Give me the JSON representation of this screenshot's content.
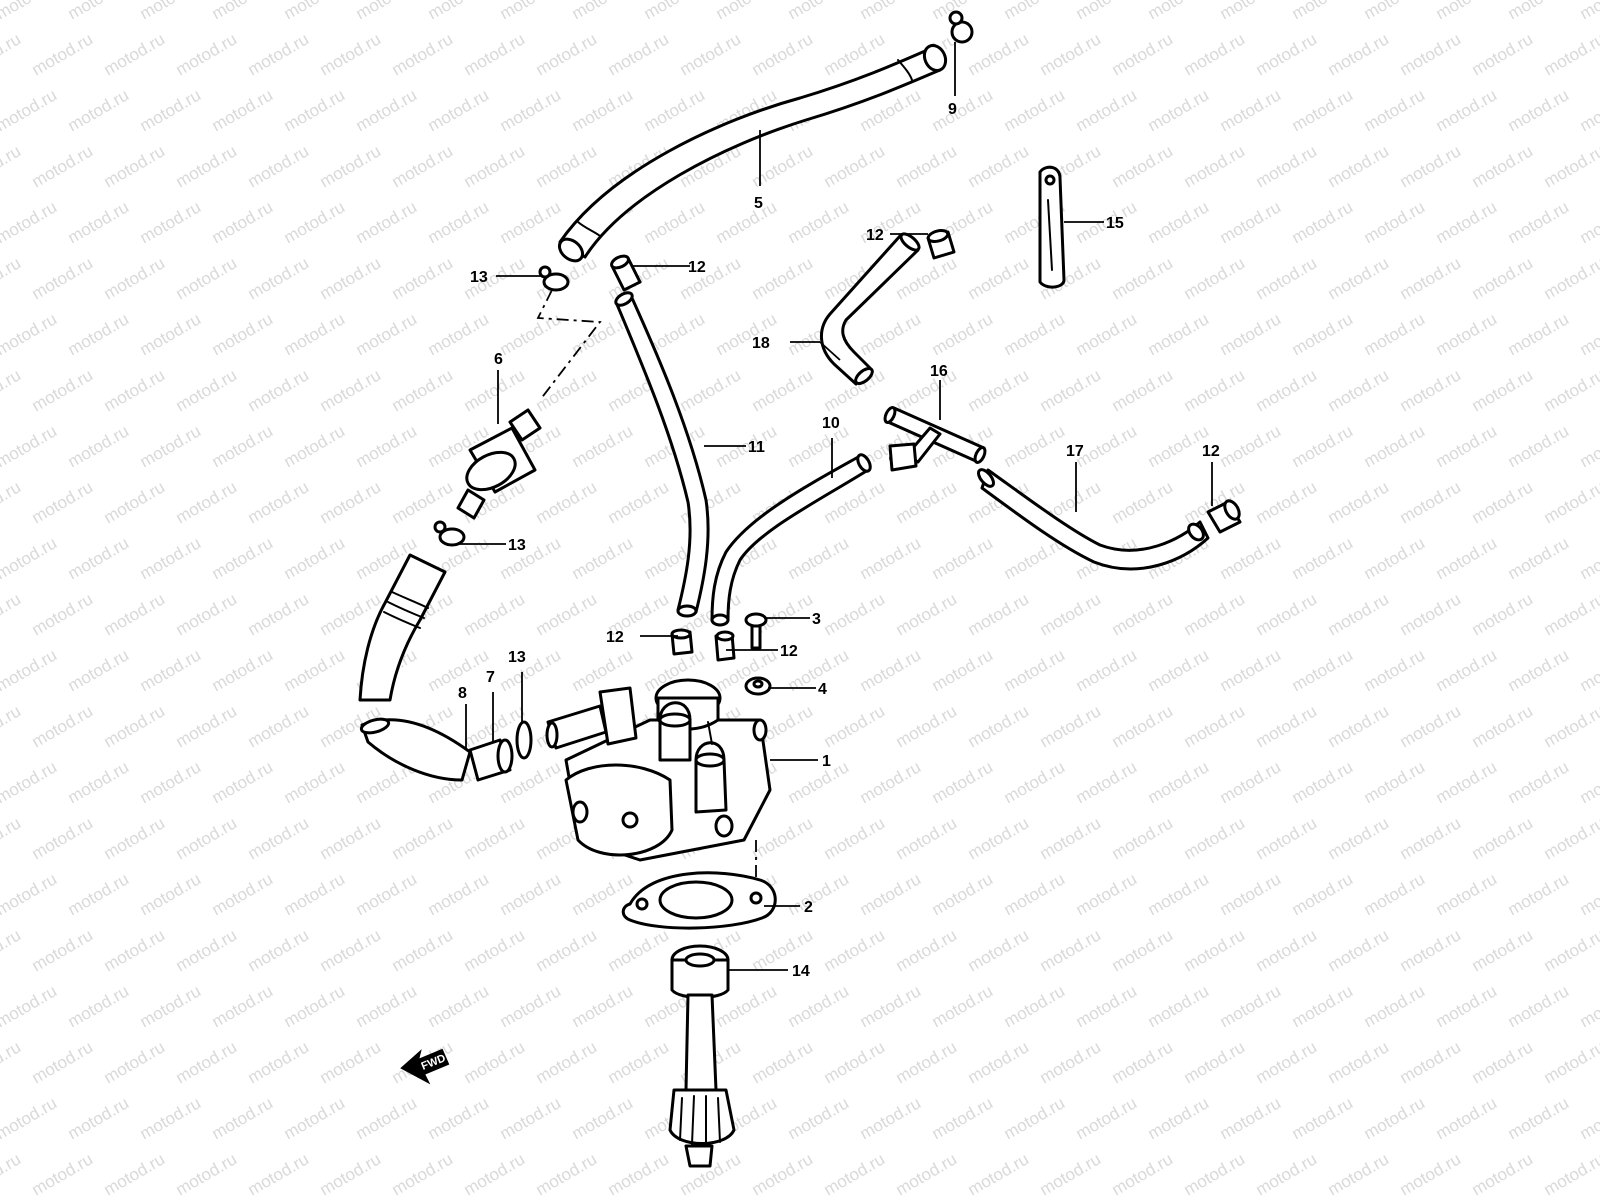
{
  "watermark": "motod.ru",
  "fwd_label": "FWD",
  "callouts": {
    "c1": "1",
    "c2": "2",
    "c3": "3",
    "c4": "4",
    "c5": "5",
    "c6": "6",
    "c7": "7",
    "c8": "8",
    "c9": "9",
    "c10": "10",
    "c11": "11",
    "c12a": "12",
    "c12b": "12",
    "c12c": "12",
    "c12d": "12",
    "c12e": "12",
    "c13a": "13",
    "c13b": "13",
    "c13c": "13",
    "c14": "14",
    "c15": "15",
    "c16": "16",
    "c17": "17",
    "c18": "18"
  },
  "colors": {
    "line": "#000000",
    "background": "#ffffff",
    "watermark": "#d9d9d9"
  }
}
